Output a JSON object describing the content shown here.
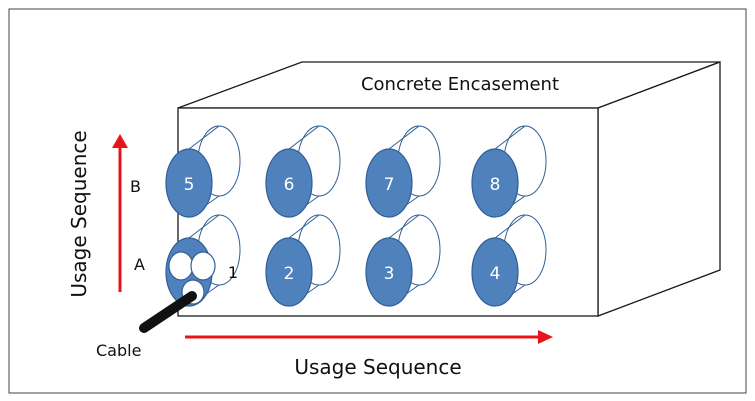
{
  "title": "Concrete Encasement",
  "horizontal_axis_label": "Usage Sequence",
  "vertical_axis_label": "Usage Sequence",
  "row_labels": {
    "top": "B",
    "bottom": "A"
  },
  "cable_label": "Cable",
  "conduits": {
    "top_row": [
      "5",
      "6",
      "7",
      "8"
    ],
    "bottom_row": [
      "1",
      "2",
      "3",
      "4"
    ]
  },
  "colors": {
    "conduit_fill": "#4f81bd",
    "conduit_outline": "#2f5f94",
    "arrow": "#e8141b",
    "cable": "#111111",
    "encasement_outline": "#1a1a1a"
  }
}
